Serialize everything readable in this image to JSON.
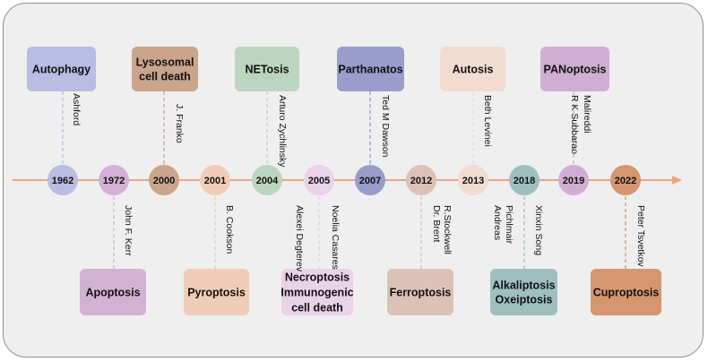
{
  "colors": {
    "timeline": "#e9a585",
    "background": "#efefef",
    "border": "#8f8f8f"
  },
  "events": [
    {
      "year": "1962",
      "label": [
        "Autophagy"
      ],
      "people": [
        "Ashford"
      ],
      "pos": "top",
      "color": "#b9bce3"
    },
    {
      "year": "1972",
      "label": [
        "Apoptosis"
      ],
      "people": [
        "John F. Kerr"
      ],
      "pos": "bottom",
      "color": "#d3b1d4"
    },
    {
      "year": "2000",
      "label": [
        "Lysosomal",
        "cell death"
      ],
      "people": [
        "J. Franko"
      ],
      "pos": "top",
      "color": "#cba48c"
    },
    {
      "year": "2001",
      "label": [
        "Pyroptosis"
      ],
      "people": [
        "B. Cookson"
      ],
      "pos": "bottom",
      "color": "#f0cdb9"
    },
    {
      "year": "2004",
      "label": [
        "NETosis"
      ],
      "people": [
        "Arturo Zychlinsky"
      ],
      "pos": "top",
      "color": "#bcd5c0"
    },
    {
      "year": "2005",
      "label": [
        "Necroptosis",
        "Immunogenic",
        "cell death"
      ],
      "people": [
        "Alexei Degterev",
        "Noelia Casares"
      ],
      "pos": "bottom",
      "color": "#e8d3e9"
    },
    {
      "year": "2007",
      "label": [
        "Parthanatos"
      ],
      "people": [
        "Ted M Dawson"
      ],
      "pos": "top",
      "color": "#9a9ccb"
    },
    {
      "year": "2012",
      "label": [
        "Ferroptosis"
      ],
      "people": [
        "Dr. Brent",
        "R.Stockwell"
      ],
      "pos": "bottom",
      "color": "#dcc2b6"
    },
    {
      "year": "2013",
      "label": [
        "Autosis"
      ],
      "people": [
        "Beth Levinei"
      ],
      "pos": "top",
      "color": "#f2dbd1"
    },
    {
      "year": "2018",
      "label": [
        "Alkaliptosis",
        "Oxeiptosis"
      ],
      "people": [
        "Andreas",
        "Pichlmair",
        "Xinxin Song"
      ],
      "pos": "bottom",
      "color": "#9fbfbf"
    },
    {
      "year": "2019",
      "label": [
        "PANoptosis"
      ],
      "people": [
        "R K Subbarao",
        "Malireddi"
      ],
      "pos": "top",
      "color": "#d0aed3"
    },
    {
      "year": "2022",
      "label": [
        "Cuproptosis"
      ],
      "people": [
        "Peter Tsvetkov"
      ],
      "pos": "bottom",
      "color": "#d69670"
    }
  ]
}
